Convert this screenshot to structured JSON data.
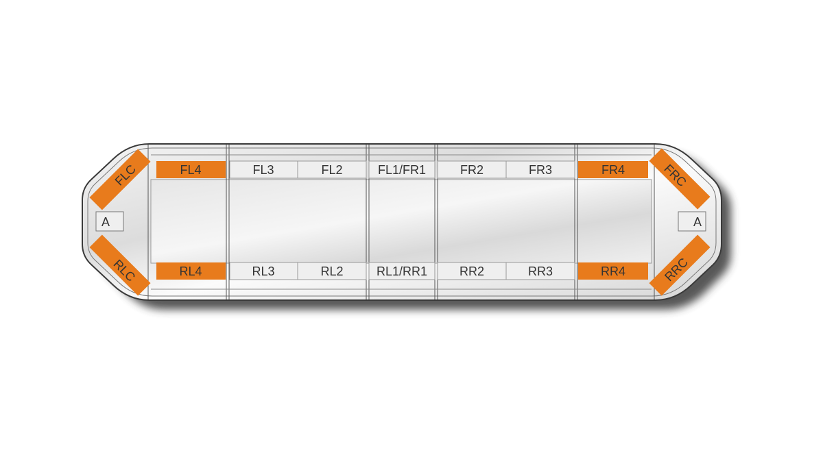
{
  "colors": {
    "active_module": "#E87B1C",
    "inactive_module": "#EFEFEF",
    "outline": "#3A3A3A",
    "label_text": "#333333"
  },
  "front_row": {
    "left_corner": "FLC",
    "modules": [
      "FL4",
      "FL3",
      "FL2",
      "FL1/FR1",
      "FR2",
      "FR3",
      "FR4"
    ],
    "right_corner": "FRC",
    "active": [
      "FL4",
      "FR4"
    ]
  },
  "rear_row": {
    "left_corner": "RLC",
    "modules": [
      "RL4",
      "RL3",
      "RL2",
      "RL1/RR1",
      "RR2",
      "RR3",
      "RR4"
    ],
    "right_corner": "RRC",
    "active": [
      "RL4",
      "RR4"
    ]
  },
  "end_modules": {
    "left": "A",
    "right": "A"
  },
  "corners_active": true
}
